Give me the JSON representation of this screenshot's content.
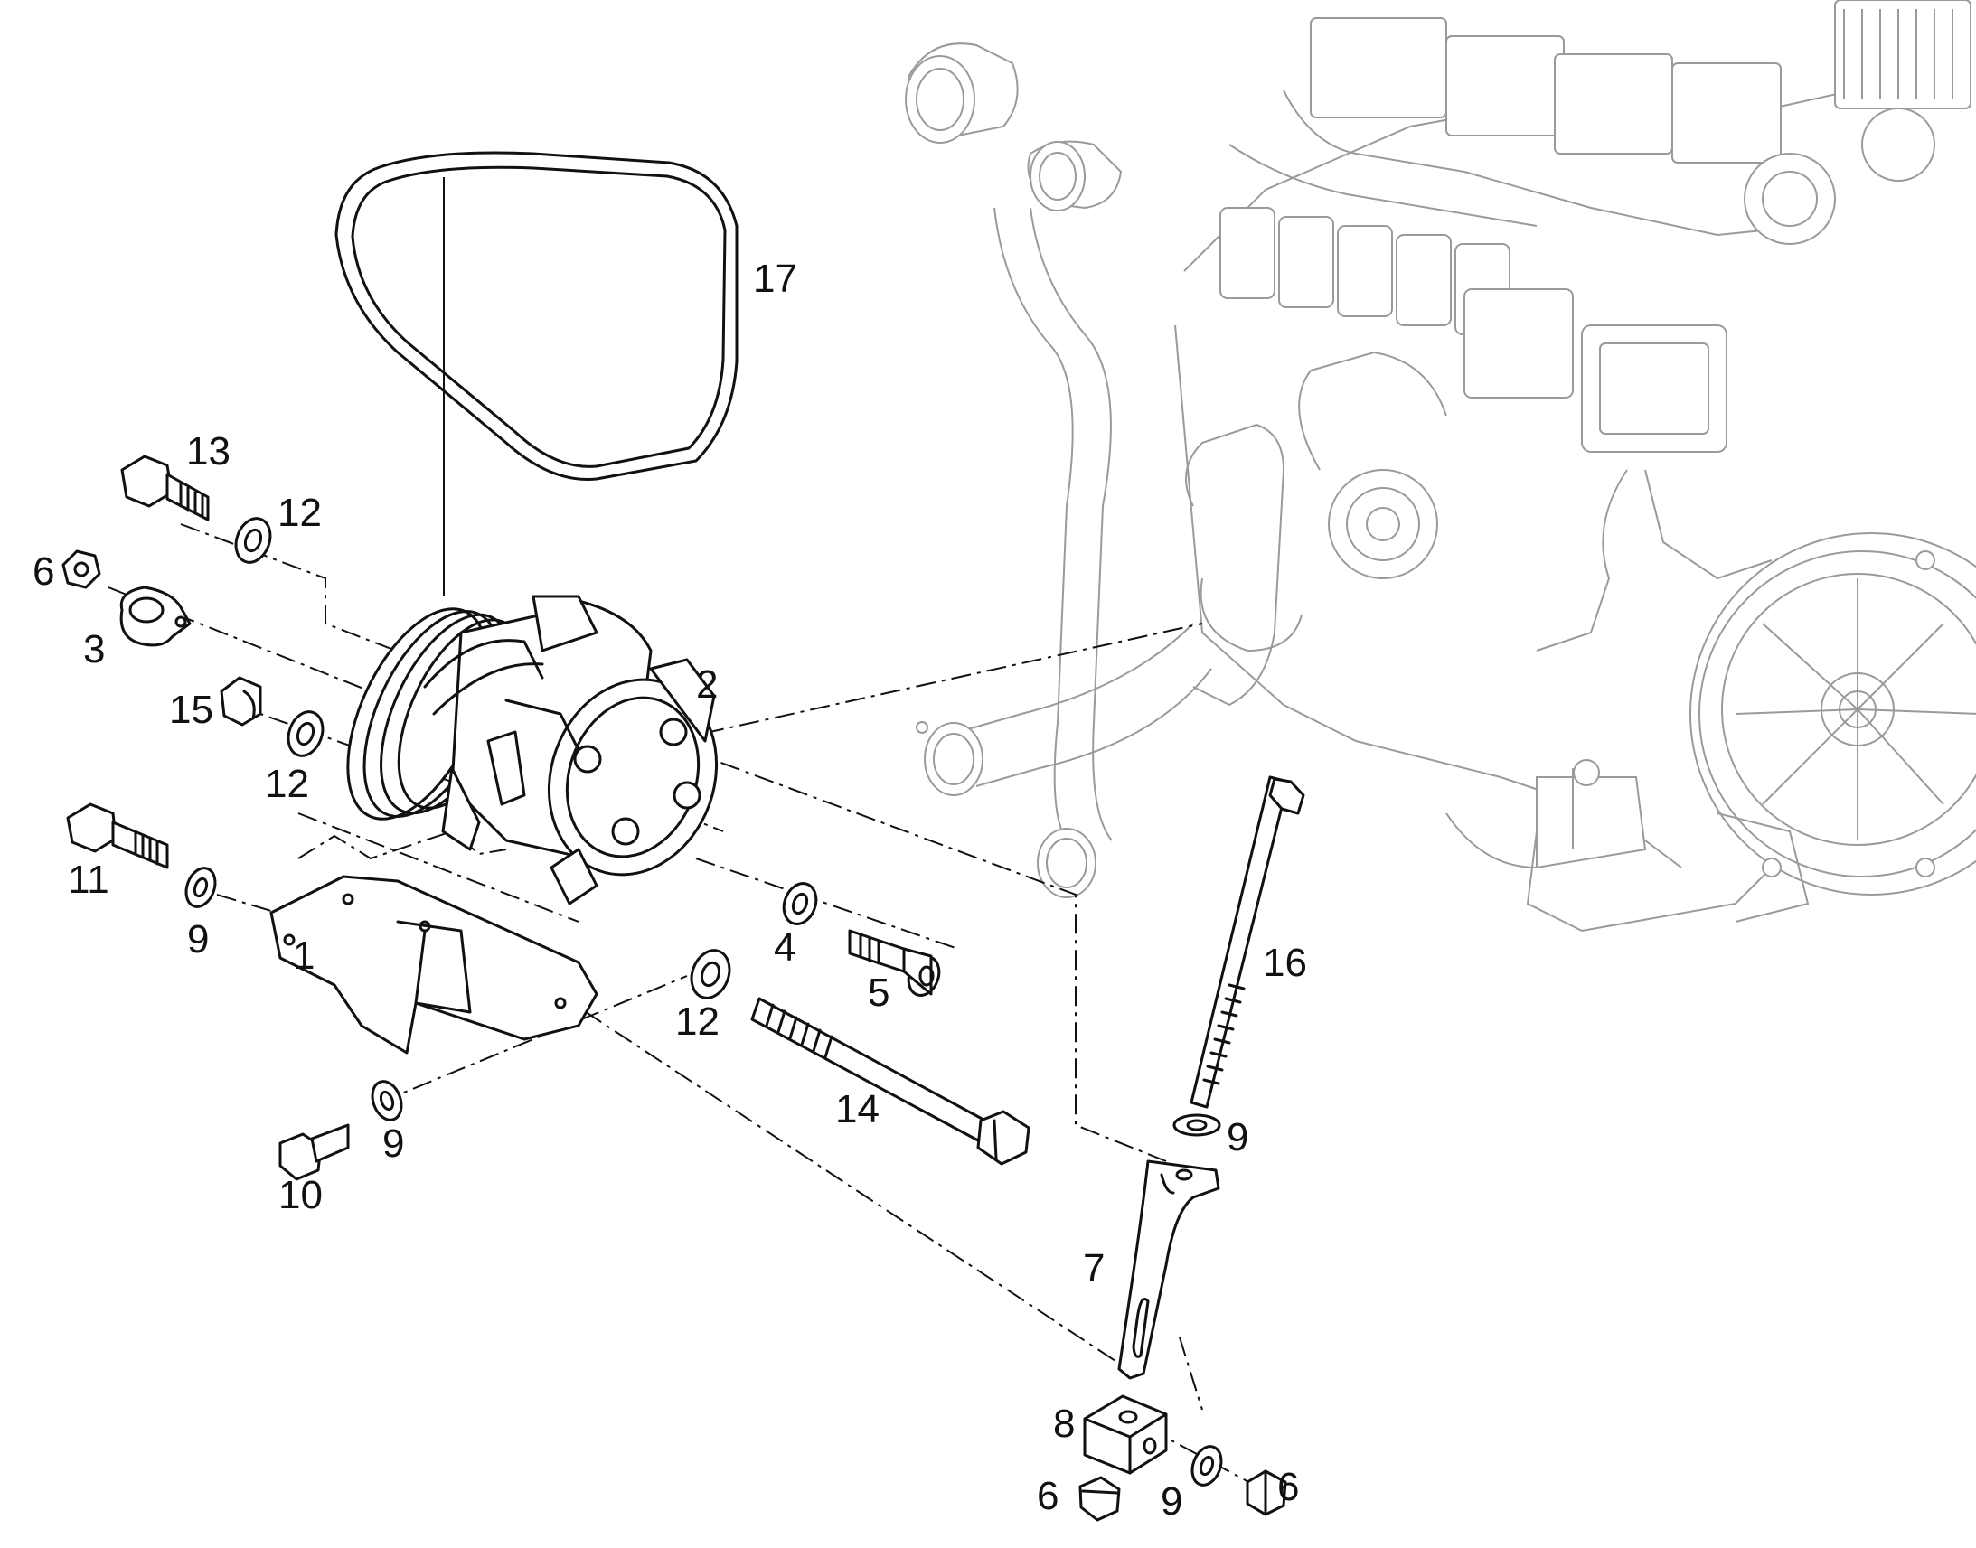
{
  "diagram": {
    "type": "exploded parts diagram",
    "subject": "engine air-conditioning compressor mounting",
    "labels": [
      "17",
      "13",
      "12",
      "6",
      "3",
      "2",
      "15",
      "12",
      "11",
      "9",
      "1",
      "4",
      "5",
      "12",
      "14",
      "10",
      "9",
      "16",
      "9",
      "7",
      "8",
      "6",
      "9",
      "6"
    ]
  }
}
